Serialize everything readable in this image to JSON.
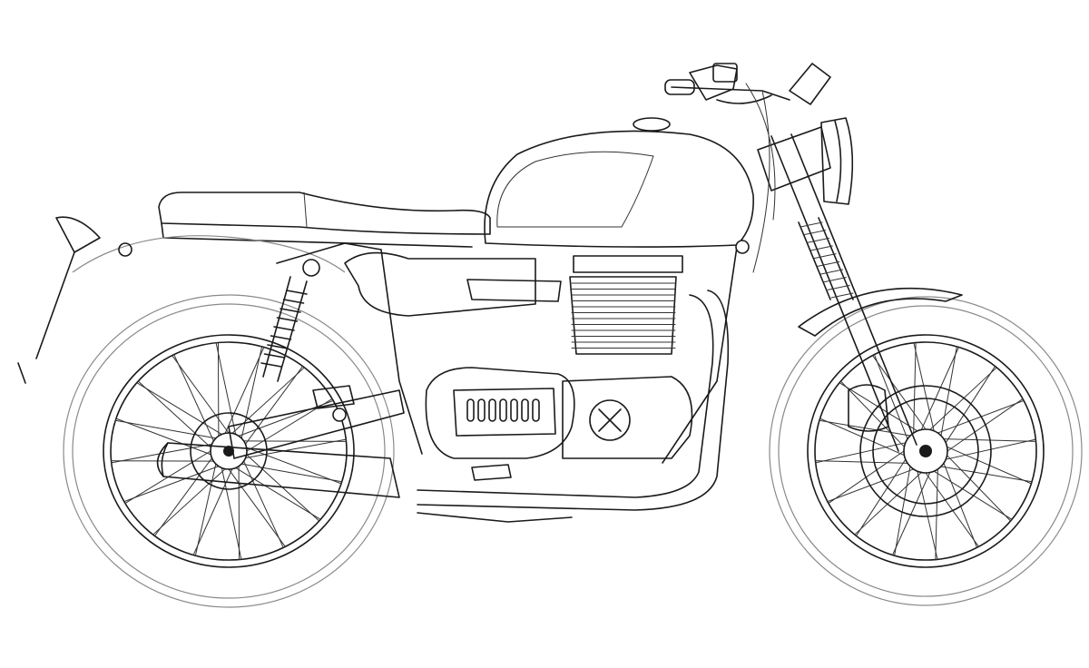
{
  "drawing": {
    "subject": "motorcycle-line-art",
    "style": "black-outline-on-white",
    "colors": {
      "background": "#ffffff",
      "line": "#1a1a1a",
      "tire_line": "#8a8a8a"
    },
    "spokes_per_wheel": 32,
    "engine_cover_badge": "x-cross-logo"
  }
}
